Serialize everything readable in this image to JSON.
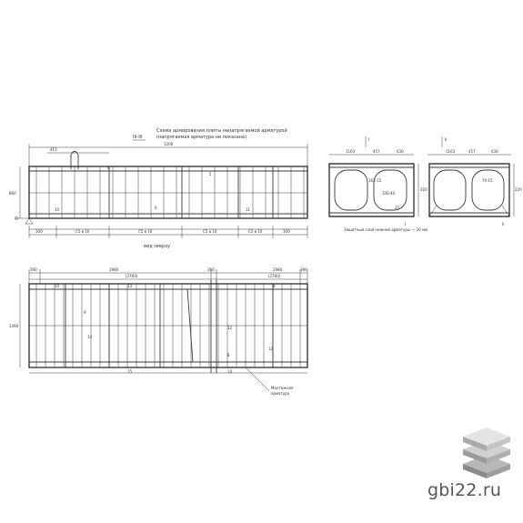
{
  "title": {
    "line1": "Схема армирования плиты ненапрягаемой арматурой",
    "line2": "(напрягаемая арматура не показана)",
    "section_mark": "III-III"
  },
  "side_view": {
    "label": "вид сверху",
    "dims_top": [
      "1200",
      "411"
    ],
    "dims_bottom": [
      "300",
      "С5 в 10",
      "С5 в 10",
      "С5 в 10",
      "С5 в 10",
      "300"
    ],
    "height_dim": "860",
    "labels": [
      "8",
      "5",
      "10",
      "6",
      "11"
    ]
  },
  "top_view": {
    "dims_top": [
      "390",
      "2980",
      "(2760)",
      "260",
      "2980",
      "(2760)",
      "390"
    ],
    "marks": [
      "10",
      "13",
      "8",
      "9",
      "14",
      "12",
      "8",
      "12",
      "14",
      "15"
    ],
    "height_dim": "1490",
    "note_line1": "Монтажная",
    "note_line2": "арматура"
  },
  "section_1": {
    "marks": [
      "I",
      "I"
    ],
    "dims_top": [
      "1163",
      "457",
      "630"
    ],
    "dims_inner": [
      "162-15",
      "100-40",
      "25"
    ],
    "height_dim": "220",
    "note": "Защитный слой нижней арматуры — 20 мм"
  },
  "section_2": {
    "marks": [
      "II",
      "II"
    ],
    "dims_top": [
      "1163",
      "457",
      "630"
    ],
    "dims_inner": [
      "70-15"
    ],
    "height_dim": "220"
  },
  "watermark": "gbi22.ru"
}
